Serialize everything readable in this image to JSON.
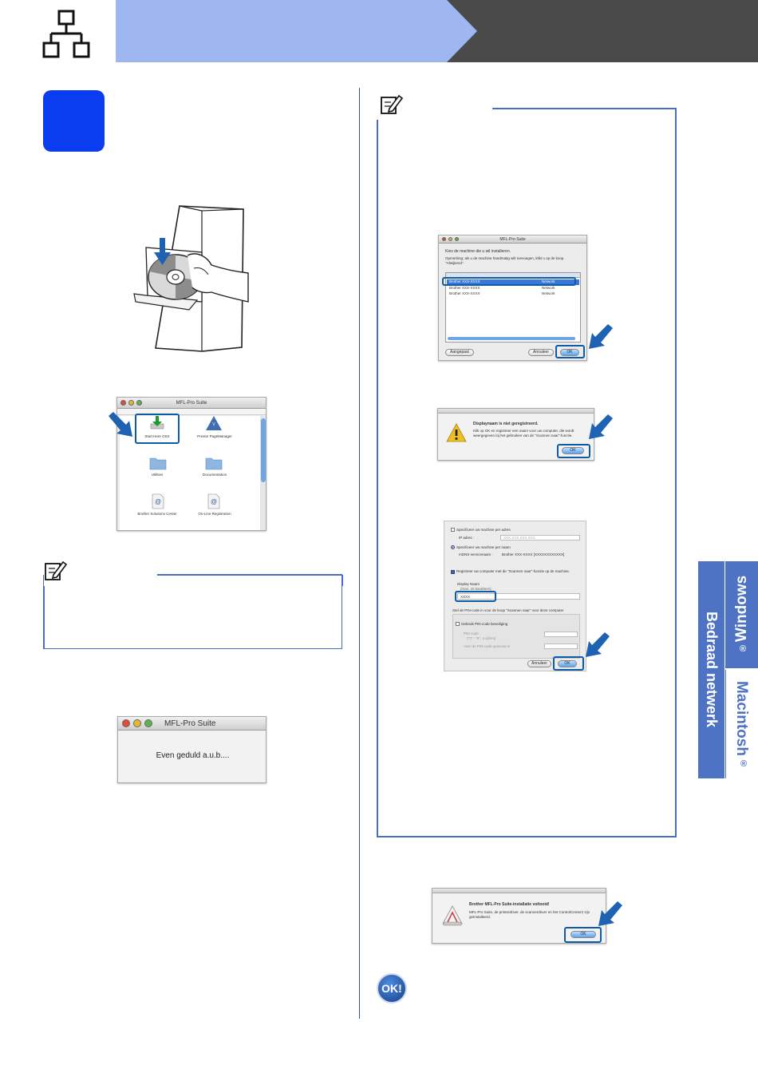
{
  "header": {
    "network_icon": "network-topology-icon"
  },
  "step_badge": {
    "label": ""
  },
  "sidebar": {
    "tab_windows": "Windows",
    "tab_network": "Bedraad netwerk",
    "tab_macintosh": "Macintosh",
    "registered_mark": "®"
  },
  "mfl_finder_window": {
    "title": "MFL-Pro Suite",
    "items": [
      {
        "label": "Start Here OSX",
        "icon": "install-arrow-icon"
      },
      {
        "label": "Presto! PageManager",
        "icon": "presto-logo-icon"
      },
      {
        "label": "Utilities",
        "icon": "folder-icon"
      },
      {
        "label": "Documentation",
        "icon": "folder-icon"
      },
      {
        "label": "Brother Solutions Center",
        "icon": "web-link-icon"
      },
      {
        "label": "On-Line Registration",
        "icon": "web-link-icon"
      }
    ]
  },
  "wait_window": {
    "title": "MFL-Pro Suite",
    "message": "Even geduld a.u.b...."
  },
  "select_machine_window": {
    "title": "MFL-Pro Suite",
    "heading": "Kies de machine die u wil installeren.",
    "note": "Opmerking: als u de machine handmatig wilt toevoegen, klikt u op de knop \"Afwijkend\".",
    "rows": [
      {
        "name": "Brother XXX-XXXX",
        "type": "Network"
      },
      {
        "name": "Brother XXX-XXXX",
        "type": "Network"
      },
      {
        "name": "Brother XXX-XXXX",
        "type": "Network"
      }
    ],
    "custom_button": "Aangepast",
    "cancel_button": "Annuleer",
    "ok_button": "OK"
  },
  "display_name_alert": {
    "title": "Displaynaam is niet geregistreerd.",
    "message": "Klik op OK en registreer een naam voor uw computer, die wordt weergegeven bij het gebruiken van de \"Scannen naar\"-functie.",
    "ok_button": "OK"
  },
  "scan_settings_window": {
    "option_by_address": "Specificeer uw machine per adres",
    "ip_label": "IP adres :",
    "ip_value": "XXX.XXX.XXX.XXX",
    "option_by_name": "Specificeer uw machine per naam",
    "mdns_label": "mDNS-servicenaam :",
    "mdns_value": "Brother XXX-XXXX  [XXXXXXXXXXXX]",
    "register_checkbox": "Registreer uw computer met de \"Scannen naar\"-functie op de machine.",
    "display_name_label": "Display Naam",
    "display_name_hint": "(max. 15 karakters)",
    "display_name_value": "XXXX",
    "pin_info": "Stel de PIN-code in voor de knop \"Scannen naar\" voor deze computer",
    "pin_checkbox": "Gebruik PIN-code beveiliging",
    "pin_label": "PIN-code",
    "pin_hint": "(\"0\" - \"9\", 4 cijfers)",
    "pin_repeat_label": "Voer de PIN-code opnieuw in",
    "cancel_button": "Annuleer",
    "ok_button": "OK"
  },
  "install_complete": {
    "title": "Brother MFL-Pro Suite-installatie voltooid!",
    "message": "MFL-Pro Suite, de printerdriver, de scannerdriver en het ControlCenter2 zijn geïnstalleerd.",
    "ok_button": "OK"
  },
  "ok_badge": {
    "label": "OK!"
  },
  "colors": {
    "accent": "#0a3cf0",
    "header_light": "#9eb7f0",
    "header_dark": "#4a4a4a",
    "sidebar": "#4f73c4",
    "frame": "#4a6cc7",
    "arrow": "#1d62b3"
  }
}
